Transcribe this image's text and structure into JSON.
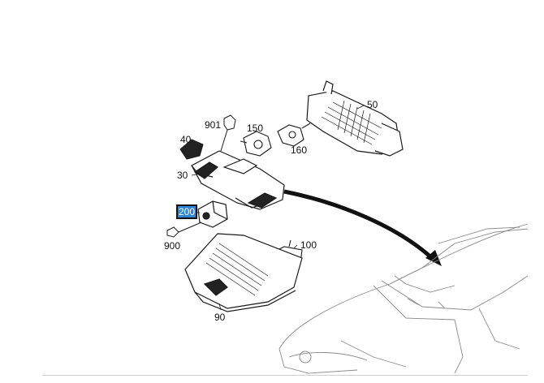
{
  "diagram": {
    "callouts": {
      "c50": "50",
      "c901": "901",
      "c150": "150",
      "c160": "160",
      "c40": "40",
      "c30": "30",
      "c200": "200",
      "c900": "900",
      "c100": "100",
      "c90": "90"
    },
    "selected_callout": "200",
    "colors": {
      "line": "#1a1a1a",
      "selection": "#2f86d6",
      "car_line": "#8a8a8a"
    }
  }
}
